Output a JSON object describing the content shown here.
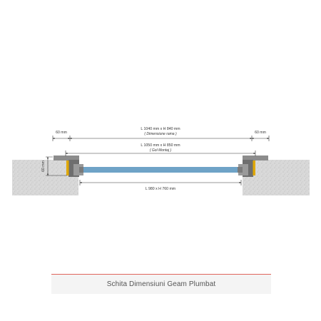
{
  "diagram": {
    "overall": {
      "label": "L 1040 mm x H 840 mm",
      "sublabel": "( Dimensiune rama )"
    },
    "install": {
      "label": "L 1050 mm x H 850 mm",
      "sublabel": "( Gol Montaj )"
    },
    "glass": {
      "label": "L 980 x H 760 mm"
    },
    "margin_left": {
      "label": "60 mm"
    },
    "margin_right": {
      "label": "60 mm"
    },
    "depth": {
      "label": "60 mm"
    }
  },
  "caption": {
    "text": "Schita Dimensiuni Geam Plumbat"
  },
  "colors": {
    "wall": "#d6d6d6",
    "frame_dark": "#6e6e6e",
    "frame_mid": "#8c8c8c",
    "glass": "#6fa3c7",
    "seal": "#e0a800",
    "dimension": "#333333",
    "accent_line": "#e0655c"
  }
}
